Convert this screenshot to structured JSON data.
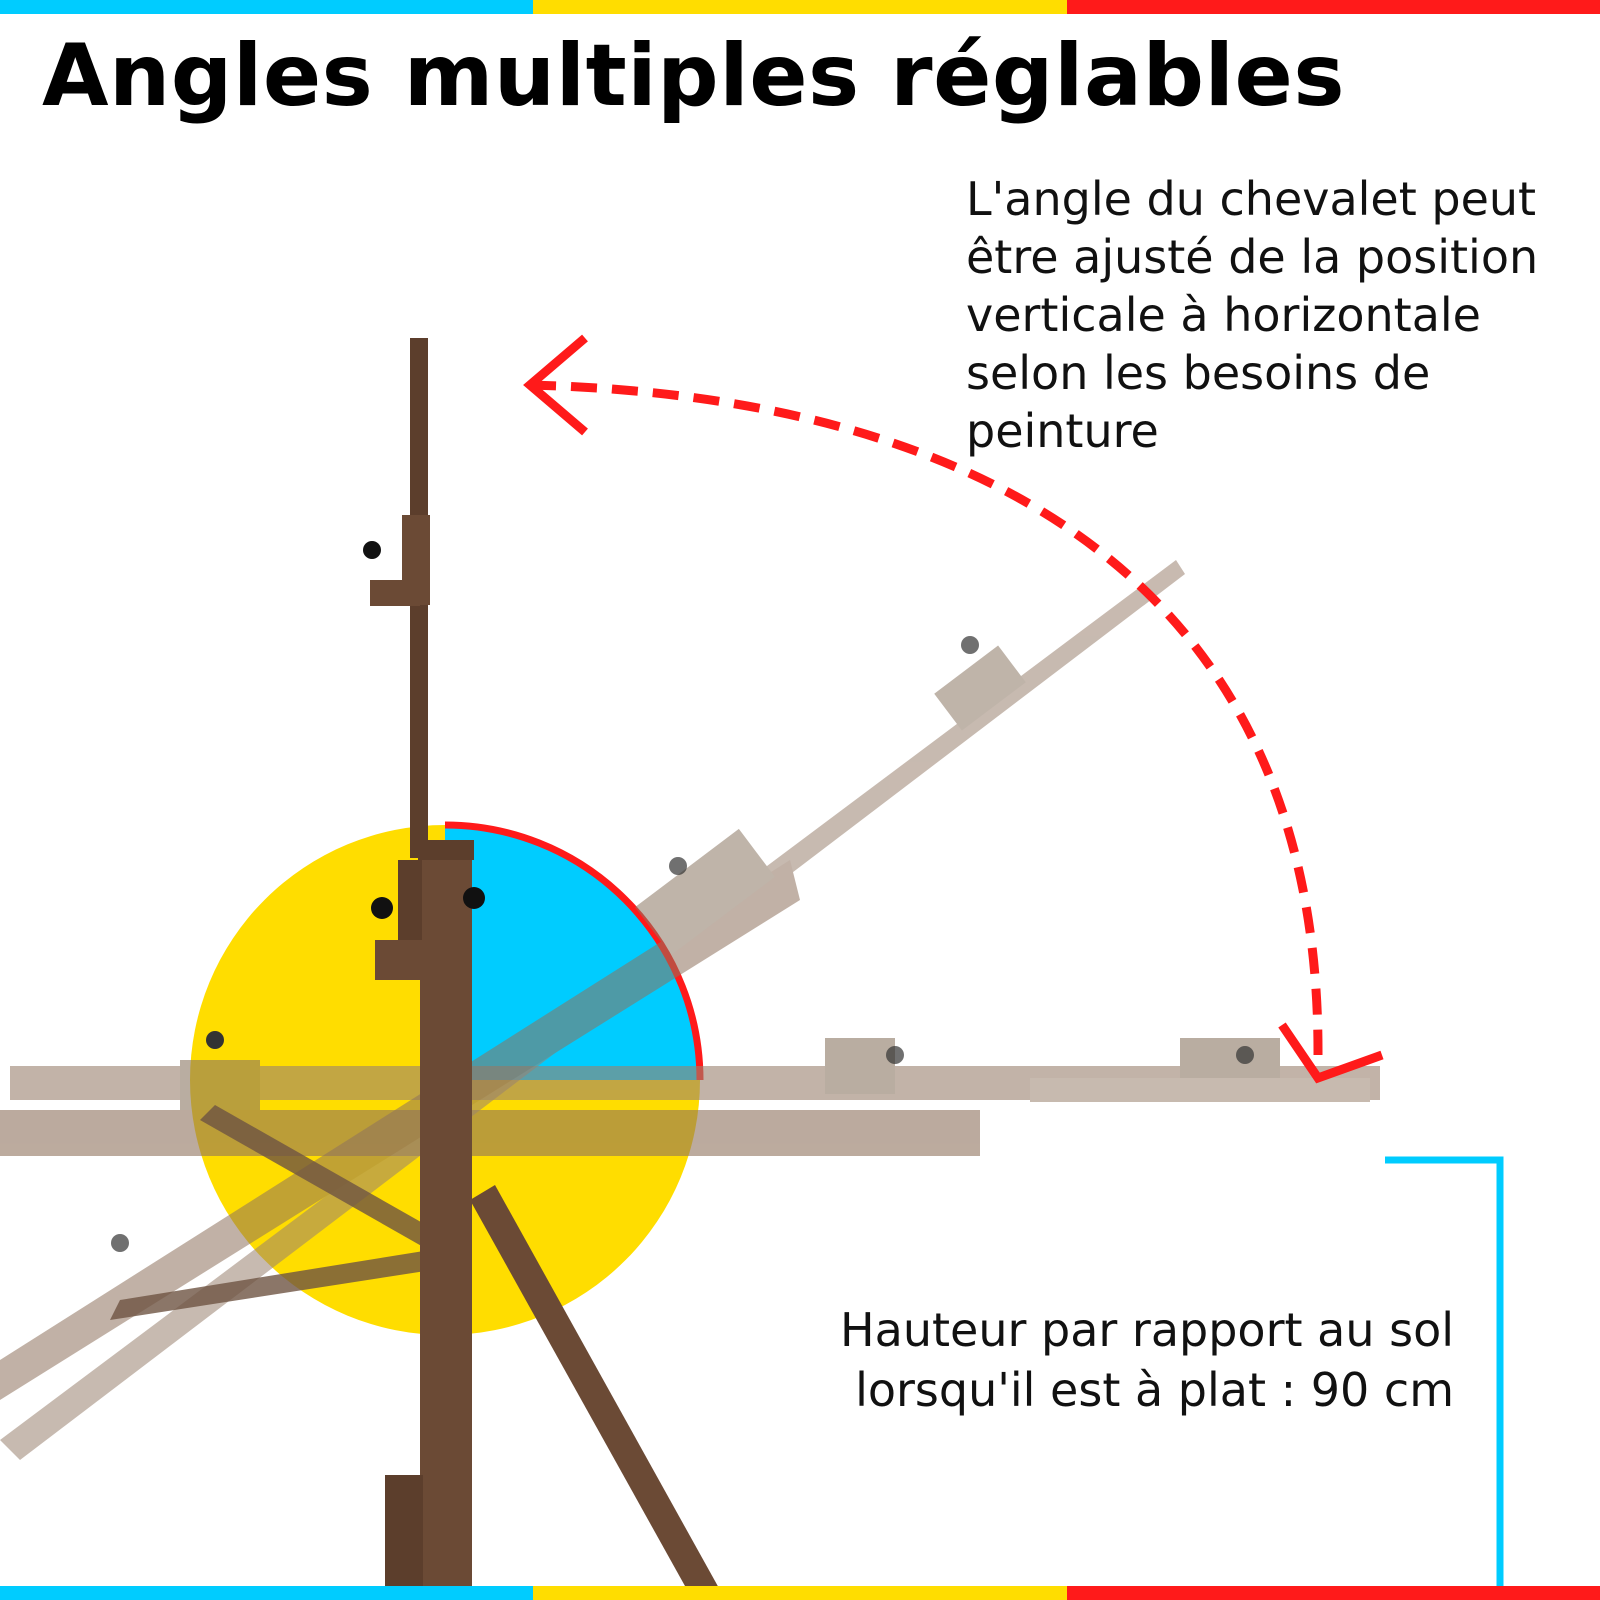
{
  "title": "Angles multiples réglables",
  "description": "L'angle du chevalet peut être ajusté de la position verticale à horizontale selon les besoins de peinture",
  "height_note_line1": "Hauteur par rapport au sol",
  "height_note_line2": "lorsqu'il est à plat : 90 cm",
  "colors": {
    "cyan": "#00CCFF",
    "yellow": "#FFDD00",
    "red": "#FF1A1A",
    "wood_dark": "#6B4A35",
    "wood_light": "#9A8270"
  },
  "icons": [
    "curved-arrow-icon",
    "angle-sector-icon",
    "height-bracket-icon",
    "easel-illustration"
  ]
}
